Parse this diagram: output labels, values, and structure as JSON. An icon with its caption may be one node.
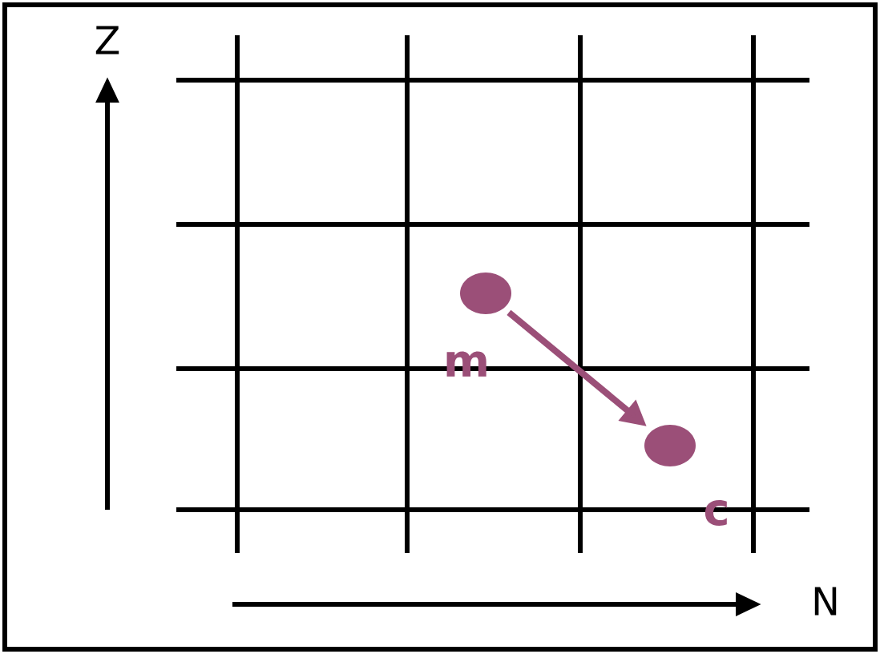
{
  "diagram": {
    "nodes": [
      {
        "text": [],
        "shape": "circle",
        "beside": [
          "m"
        ]
      },
      {
        "text": [],
        "shape": "circle",
        "beside": [
          "c"
        ]
      }
    ],
    "edges": [
      {
        "from": 0,
        "to": 1,
        "arrow": "to",
        "color": "#9b4f78"
      }
    ],
    "labels": [
      "Z",
      "N"
    ]
  }
}
